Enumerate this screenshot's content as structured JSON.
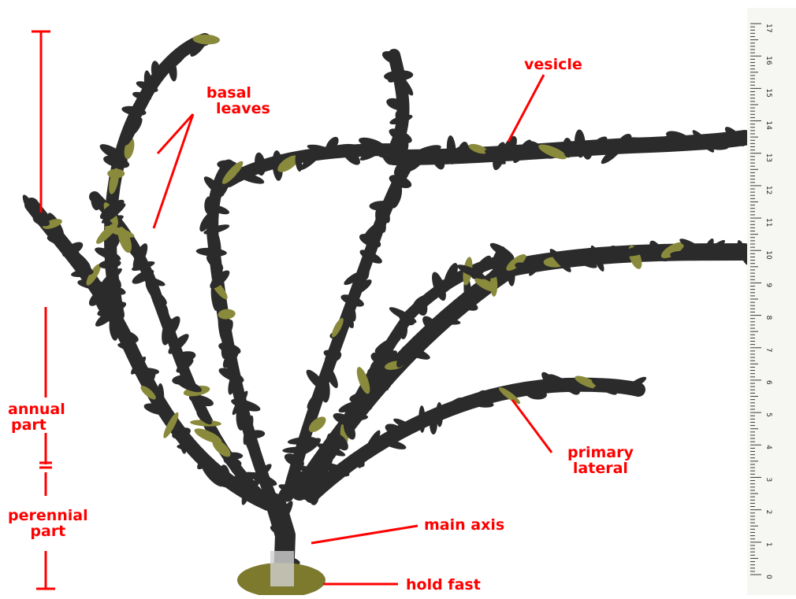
{
  "colors": {
    "background": "#ffffff",
    "seaweed": "#2b2b2b",
    "seaweed_tips": "#8a8a3c",
    "holdfast": "#7d7a2e",
    "annotation": "#ff0000",
    "ruler": "#f6f6f2",
    "ruler_ticks": "#3a3a3a"
  },
  "labels": {
    "basal_leaves_line1": "basal",
    "basal_leaves_line2": "leaves",
    "vesicle": "vesicle",
    "annual_part_line1": "annual",
    "annual_part_line2": "part",
    "perennial_part_line1": "perennial",
    "perennial_part_line2": "part",
    "primary_lateral_line1": "primary",
    "primary_lateral_line2": "lateral",
    "main_axis": "main axis",
    "hold_fast": "hold fast"
  },
  "ruler": {
    "numbers": [
      "0",
      "1",
      "2",
      "3",
      "4",
      "5",
      "6",
      "7",
      "8",
      "9",
      "10",
      "11",
      "12",
      "13",
      "14",
      "15",
      "16",
      "17"
    ]
  }
}
